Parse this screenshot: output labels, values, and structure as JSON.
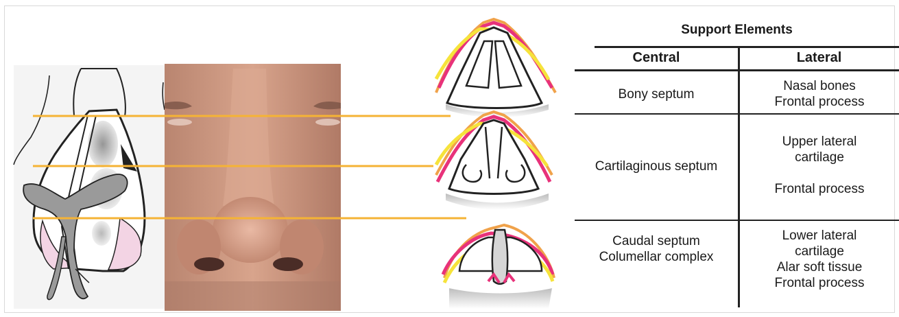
{
  "table": {
    "title": "Support Elements",
    "headers": {
      "central": "Central",
      "lateral": "Lateral"
    },
    "rows": [
      {
        "central": [
          "Bony septum"
        ],
        "lateral": [
          "Nasal bones",
          "Frontal process"
        ]
      },
      {
        "central": [
          "Cartilaginous septum"
        ],
        "lateral": [
          "Upper lateral",
          "cartilage",
          "",
          "Frontal process"
        ]
      },
      {
        "central": [
          "Caudal septum",
          "Columellar complex"
        ],
        "lateral": [
          "Lower lateral",
          "cartilage",
          "Alar soft tissue",
          "Frontal process"
        ]
      }
    ]
  },
  "colors": {
    "level_line": "#f5b335",
    "skin_outer": "#f0a24a",
    "skin_pink": "#e8327a",
    "skin_yellow": "#f6e33b",
    "cartilage_fill": "#ffffff",
    "photo_skin": "#c98f76",
    "drawing_pink": "#f3d4e4",
    "drawing_gray": "#9a9a9a"
  }
}
